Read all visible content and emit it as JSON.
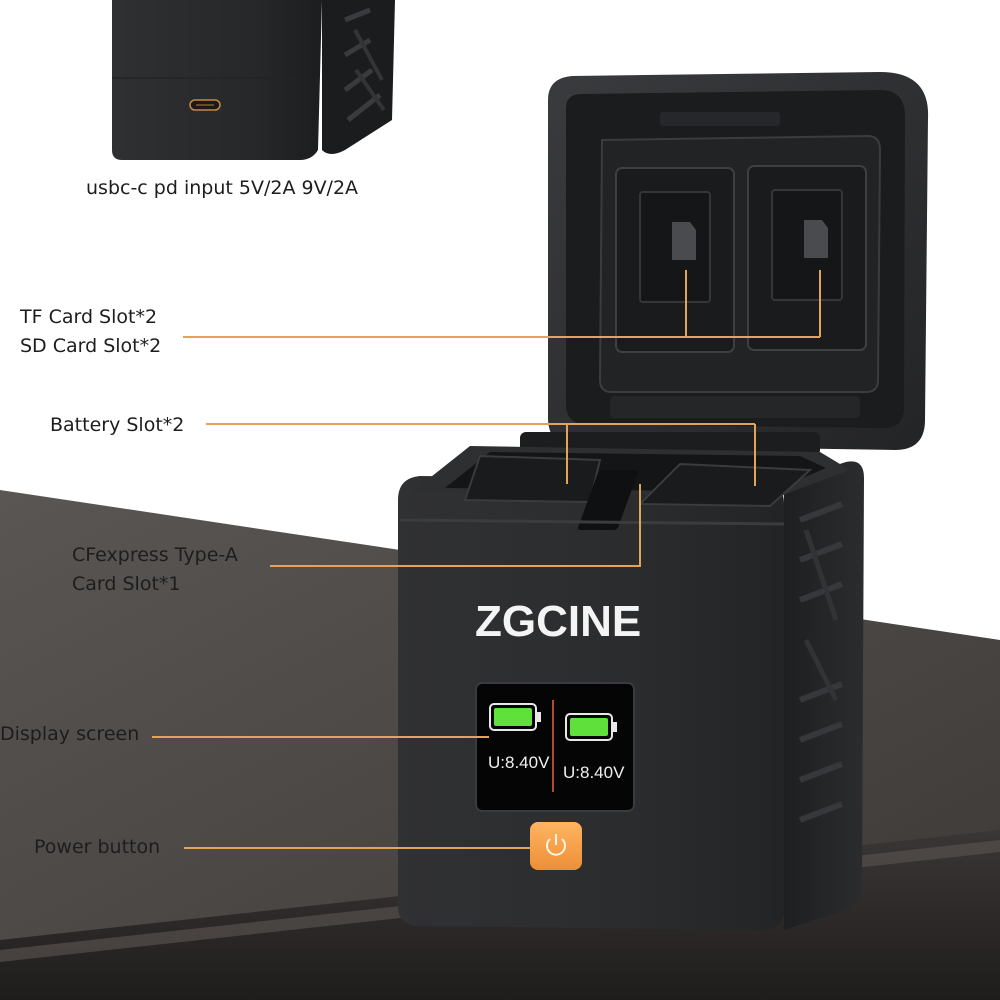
{
  "labels": {
    "usb_input": "usbc-c pd input 5V/2A   9V/2A",
    "tf_card_slot": "TF Card Slot*2",
    "sd_card_slot": "SD Card Slot*2",
    "battery_slot": "Battery Slot*2",
    "cfexpress_line1": "CFexpress Type-A",
    "cfexpress_line2": "Card Slot*1",
    "display_screen": "Display screen",
    "power_button": "Power button"
  },
  "brand": {
    "logo_text": "ZGCINE"
  },
  "display": {
    "left_voltage": "U:8.40V",
    "right_voltage": "U:8.40V"
  },
  "colors": {
    "background": "#ffffff",
    "callout_line": "#e3a35a",
    "device_body": "#2a2b2d",
    "table_top": "#4e4a48",
    "power_button": "#f5a04a",
    "battery_green": "#5fe03a"
  },
  "icons": [
    "power-icon",
    "battery-icon",
    "micro-sd-card-icon",
    "usb-c-port-icon"
  ]
}
